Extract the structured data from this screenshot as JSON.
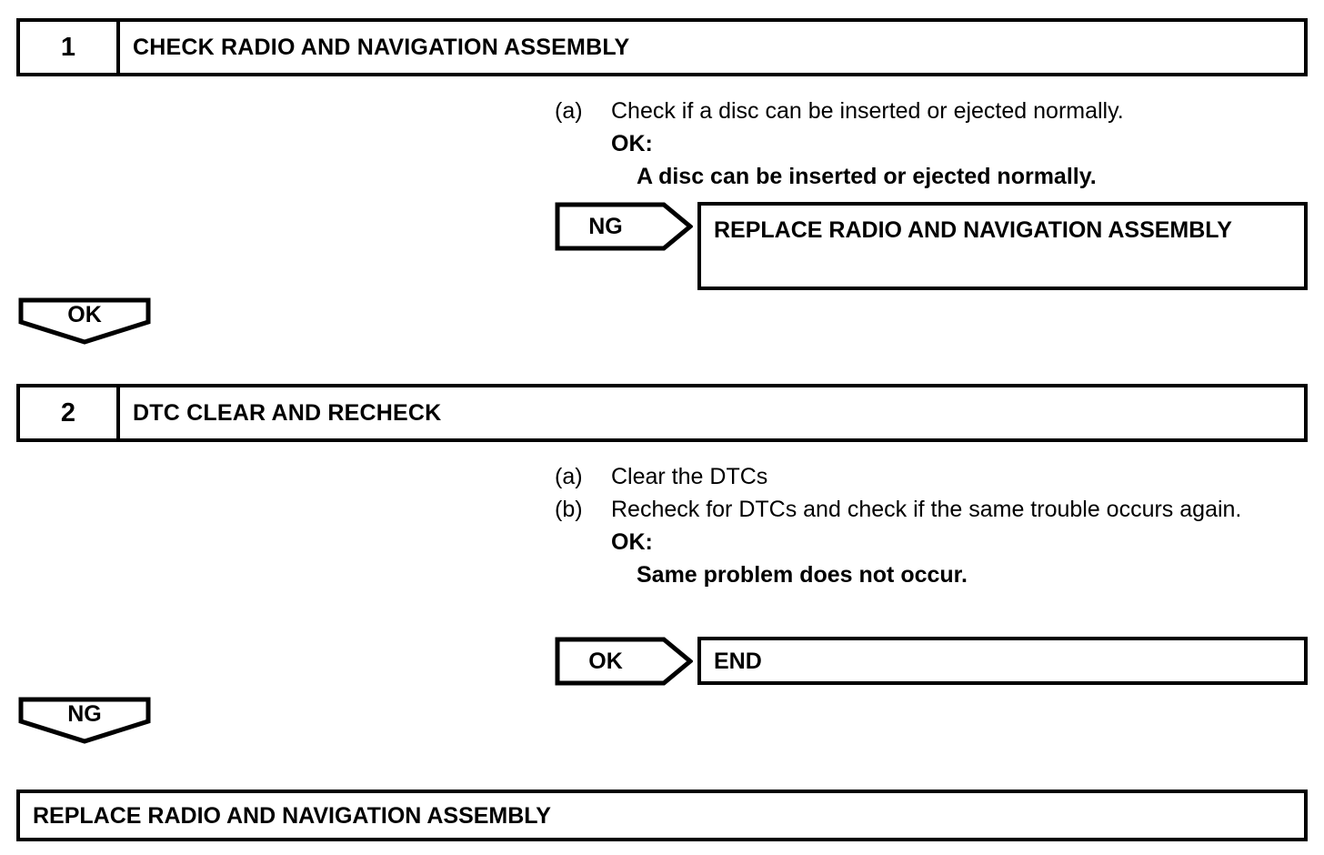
{
  "document": {
    "type": "diagnostic-troubleshooting-flowchart",
    "title": "Radio and Navigation Assembly Diagnostic Procedure"
  },
  "steps": [
    {
      "number": "1",
      "title": "CHECK RADIO AND NAVIGATION ASSEMBLY",
      "procedures": [
        {
          "label": "(a)",
          "text": "Check if a disc can be inserted or ejected normally."
        }
      ],
      "ok_label": "OK:",
      "ok_result": "A disc can be inserted or ejected normally.",
      "branch": {
        "tag": "NG",
        "action": "REPLACE RADIO AND NAVIGATION ASSEMBLY"
      },
      "continue_tag": "OK"
    },
    {
      "number": "2",
      "title": "DTC CLEAR AND RECHECK",
      "procedures": [
        {
          "label": "(a)",
          "text": "Clear the DTCs"
        },
        {
          "label": "(b)",
          "text": "Recheck for DTCs and check if the same trouble occurs again."
        }
      ],
      "ok_label": "OK:",
      "ok_result": "Same problem does not occur.",
      "branch": {
        "tag": "OK",
        "action": "END"
      },
      "continue_tag": "NG"
    }
  ],
  "final_action": "REPLACE RADIO AND NAVIGATION ASSEMBLY",
  "colors": {
    "ink": "#000000",
    "paper": "#ffffff"
  }
}
